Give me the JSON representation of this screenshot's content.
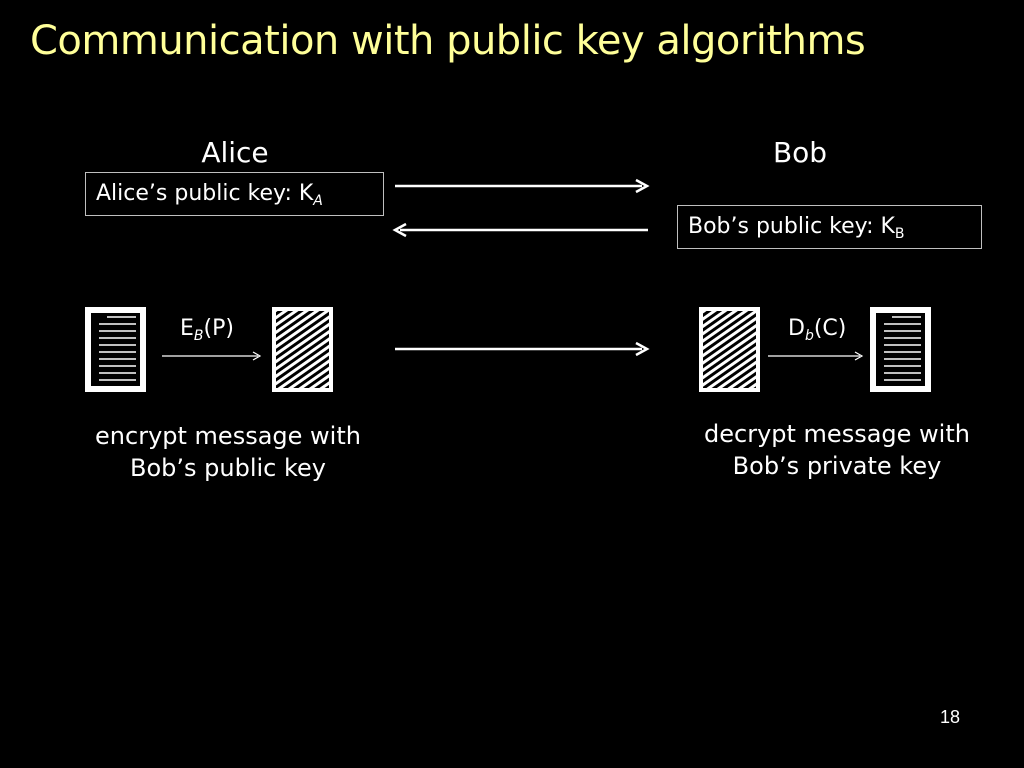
{
  "slide": {
    "title": "Communication with public key algorithms",
    "page_number": "18"
  },
  "alice": {
    "name": "Alice",
    "key_label": "Alice’s public key: K",
    "key_sub": "A",
    "op_main": "E",
    "op_sub": "B",
    "op_arg": "(P)",
    "caption_line1": "encrypt message with",
    "caption_line2": "Bob’s public key"
  },
  "bob": {
    "name": "Bob",
    "key_label": "Bob’s public key: K",
    "key_sub": "B",
    "op_main": "D",
    "op_sub": "b",
    "op_arg": "(C)",
    "caption_line1": "decrypt message with",
    "caption_line2": "Bob’s private key"
  },
  "colors": {
    "background": "#000000",
    "title": "#ffff99",
    "foreground": "#ffffff"
  }
}
